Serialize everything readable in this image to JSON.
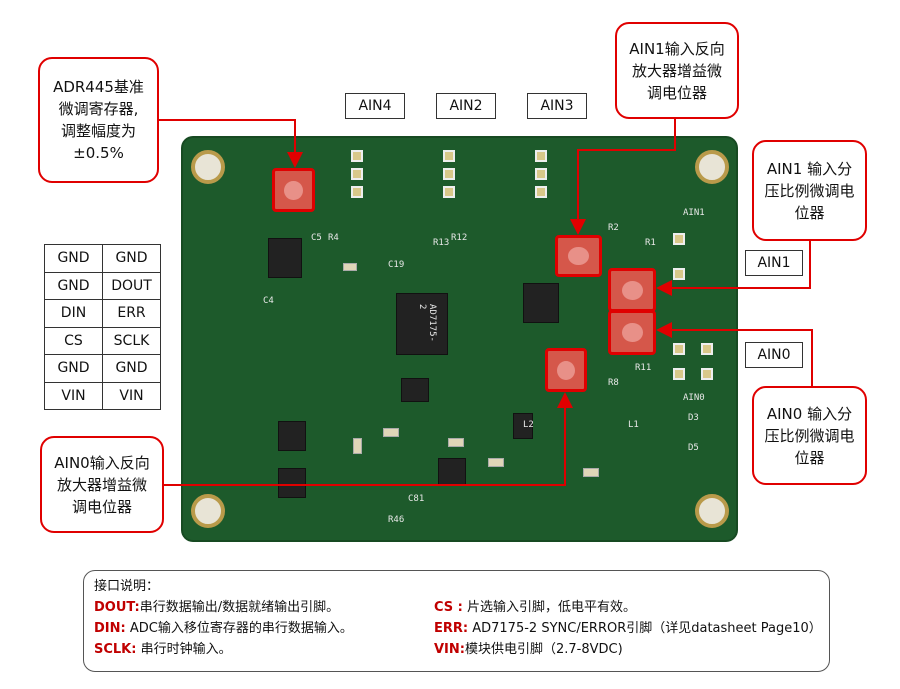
{
  "callouts": {
    "adr445": "ADR445基准\n微调寄存器,\n调整幅度为\n±0.5%",
    "ain1_gain": "AIN1输入反向\n放大器增益微\n调电位器",
    "ain1_divider": "AIN1 输入分\n压比例微调电\n位器",
    "ain0_divider": "AIN0 输入分\n压比例微调电\n位器",
    "ain0_gain": "AIN0输入反向\n放大器增益微\n调电位器"
  },
  "channel_labels": {
    "ain4": "AIN4",
    "ain2": "AIN2",
    "ain3": "AIN3",
    "ain1": "AIN1",
    "ain0": "AIN0"
  },
  "pin_table": [
    [
      "GND",
      "GND"
    ],
    [
      "GND",
      "DOUT"
    ],
    [
      "DIN",
      "ERR"
    ],
    [
      "CS",
      "SCLK"
    ],
    [
      "GND",
      "GND"
    ],
    [
      "VIN",
      "VIN"
    ]
  ],
  "pcb_silk": {
    "ic": "AD7175-2",
    "r1": "R1",
    "r2": "R2",
    "r8": "R8",
    "r11": "R11",
    "r12": "R12",
    "r13": "R13",
    "c19": "C19",
    "c81": "C81",
    "r46": "R46",
    "l1": "L1",
    "l2": "L2",
    "d3": "D3",
    "d5": "D5",
    "ain1": "AIN1",
    "ain0": "AIN0",
    "c4": "C4",
    "c5": "C5",
    "r4": "R4"
  },
  "notes": {
    "title": "接口说明：",
    "left": [
      {
        "key": "DOUT:",
        "text": "串行数据输出/数据就绪输出引脚。"
      },
      {
        "key": "DIN:",
        "text": " ADC输入移位寄存器的串行数据输入。"
      },
      {
        "key": "SCLK:",
        "text": " 串行时钟输入。"
      }
    ],
    "right": [
      {
        "key": "CS :",
        "text": " 片选输入引脚，低电平有效。"
      },
      {
        "key": "ERR:",
        "text": " AD7175-2 SYNC/ERROR引脚（详见datasheet Page10）"
      },
      {
        "key": "VIN:",
        "text": "模块供电引脚（2.7-8VDC)"
      }
    ]
  },
  "colors": {
    "accent": "#e00000",
    "pcb": "#1d5a2b"
  }
}
